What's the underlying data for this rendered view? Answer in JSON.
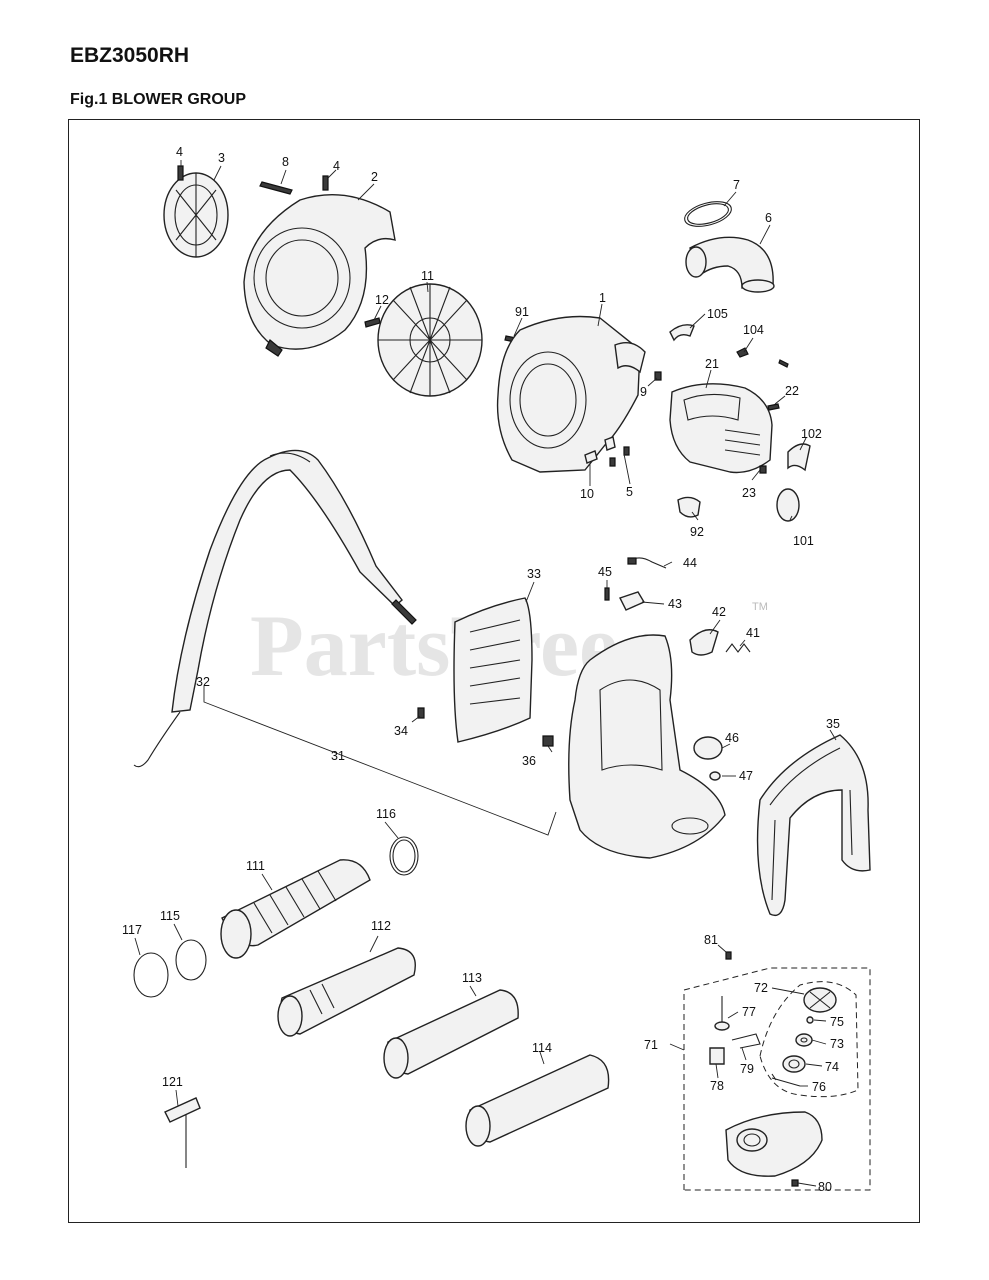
{
  "header": {
    "model": "EBZ3050RH",
    "figure_title": "Fig.1 BLOWER GROUP"
  },
  "watermark": {
    "text": "PartsTree",
    "tm": "TM"
  },
  "callouts": {
    "c1": "1",
    "c2": "2",
    "c3": "3",
    "c4a": "4",
    "c4b": "4",
    "c5": "5",
    "c6": "6",
    "c7": "7",
    "c8": "8",
    "c9": "9",
    "c10": "10",
    "c11": "11",
    "c12": "12",
    "c21": "21",
    "c22": "22",
    "c23": "23",
    "c31": "31",
    "c32": "32",
    "c33": "33",
    "c34": "34",
    "c35": "35",
    "c36": "36",
    "c41": "41",
    "c42": "42",
    "c43": "43",
    "c44": "44",
    "c45": "45",
    "c46": "46",
    "c47": "47",
    "c71": "71",
    "c72": "72",
    "c73": "73",
    "c74": "74",
    "c75": "75",
    "c76": "76",
    "c77": "77",
    "c78": "78",
    "c79": "79",
    "c80": "80",
    "c81": "81",
    "c91": "91",
    "c92": "92",
    "c101": "101",
    "c102": "102",
    "c104": "104",
    "c105": "105",
    "c111": "111",
    "c112": "112",
    "c113": "113",
    "c114": "114",
    "c115": "115",
    "c116": "116",
    "c117": "117",
    "c121": "121"
  }
}
